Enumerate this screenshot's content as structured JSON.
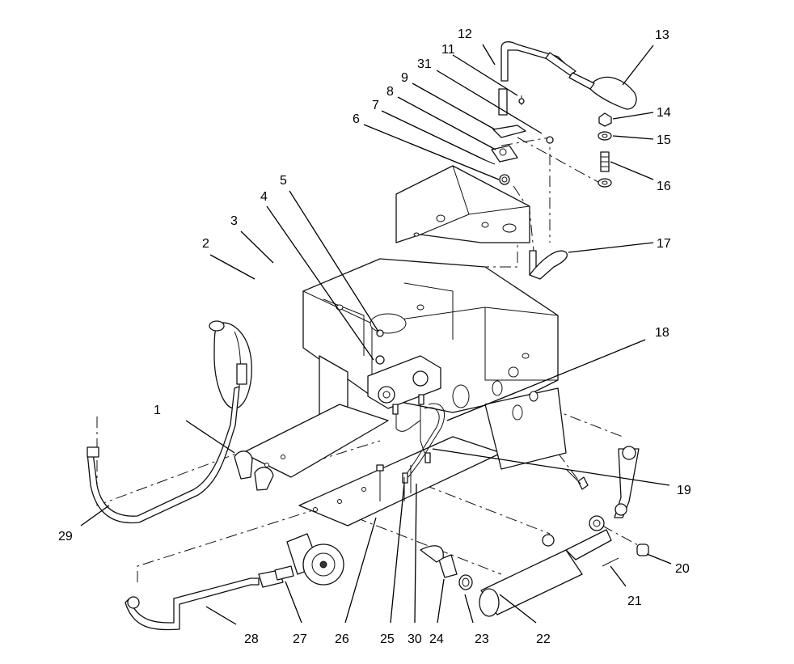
{
  "diagram": {
    "callouts": [
      {
        "n": "1"
      },
      {
        "n": "2"
      },
      {
        "n": "3"
      },
      {
        "n": "4"
      },
      {
        "n": "5"
      },
      {
        "n": "6"
      },
      {
        "n": "7"
      },
      {
        "n": "8"
      },
      {
        "n": "9"
      },
      {
        "n": "11"
      },
      {
        "n": "12"
      },
      {
        "n": "13"
      },
      {
        "n": "14"
      },
      {
        "n": "15"
      },
      {
        "n": "16"
      },
      {
        "n": "17"
      },
      {
        "n": "18"
      },
      {
        "n": "19"
      },
      {
        "n": "20"
      },
      {
        "n": "21"
      },
      {
        "n": "22"
      },
      {
        "n": "23"
      },
      {
        "n": "24"
      },
      {
        "n": "25"
      },
      {
        "n": "26"
      },
      {
        "n": "27"
      },
      {
        "n": "28"
      },
      {
        "n": "29"
      },
      {
        "n": "30"
      },
      {
        "n": "31"
      }
    ]
  }
}
